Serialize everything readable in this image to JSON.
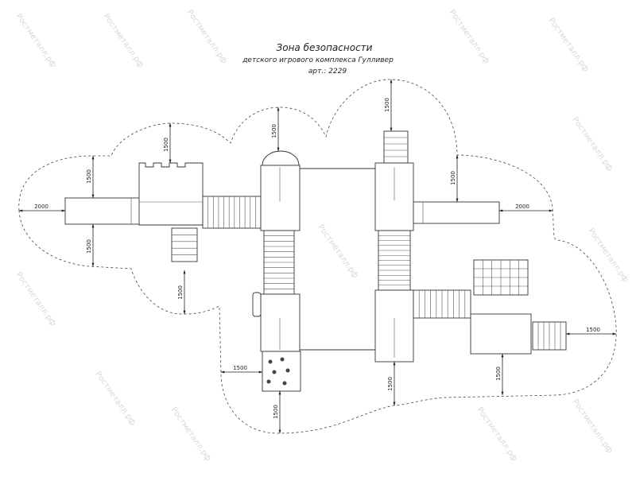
{
  "title": {
    "line1": "Зона безопасности",
    "line2": "детского игрового комплекса Гулливер",
    "line3": "арт.: 2229"
  },
  "watermark": "Ростметалл.рф",
  "dimensions": [
    "1500",
    "1500",
    "1500",
    "1500",
    "2000",
    "1500",
    "1500",
    "1500",
    "2000",
    "1500",
    "1500",
    "1500",
    "1500",
    "1500"
  ]
}
